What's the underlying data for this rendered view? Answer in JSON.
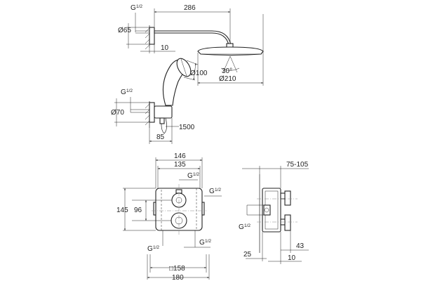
{
  "dimensions": {
    "arm_length": "286",
    "flange_diameter_top": "Ø65",
    "thread_top": "G",
    "thread_top_fraction": "1/2",
    "wall_offset": "10",
    "spray_angle": "30°",
    "handshower_diameter": "Ø100",
    "head_diameter": "Ø210",
    "thread_mid": "G",
    "thread_mid_fraction": "1/2",
    "elbow_diameter": "Ø70",
    "hose_length": "1500",
    "elbow_depth": "85",
    "box_width_outer": "146",
    "box_width_inner": "135",
    "box_height_outer": "145",
    "box_height_inner": "96",
    "thread_box_top": "G",
    "thread_box_top_fraction": "1/2",
    "thread_box_right": "G",
    "thread_box_right_fraction": "1/2",
    "thread_box_bottom_left": "G",
    "thread_box_bottom_left_fraction": "1/2",
    "thread_box_bottom_right": "G",
    "thread_box_bottom_right_fraction": "1/2",
    "square_158": "□158",
    "total_width": "180",
    "depth_range": "75-105",
    "thread_side": "G",
    "thread_side_fraction": "1/2",
    "side_25": "25",
    "side_43": "43",
    "side_10": "10"
  }
}
